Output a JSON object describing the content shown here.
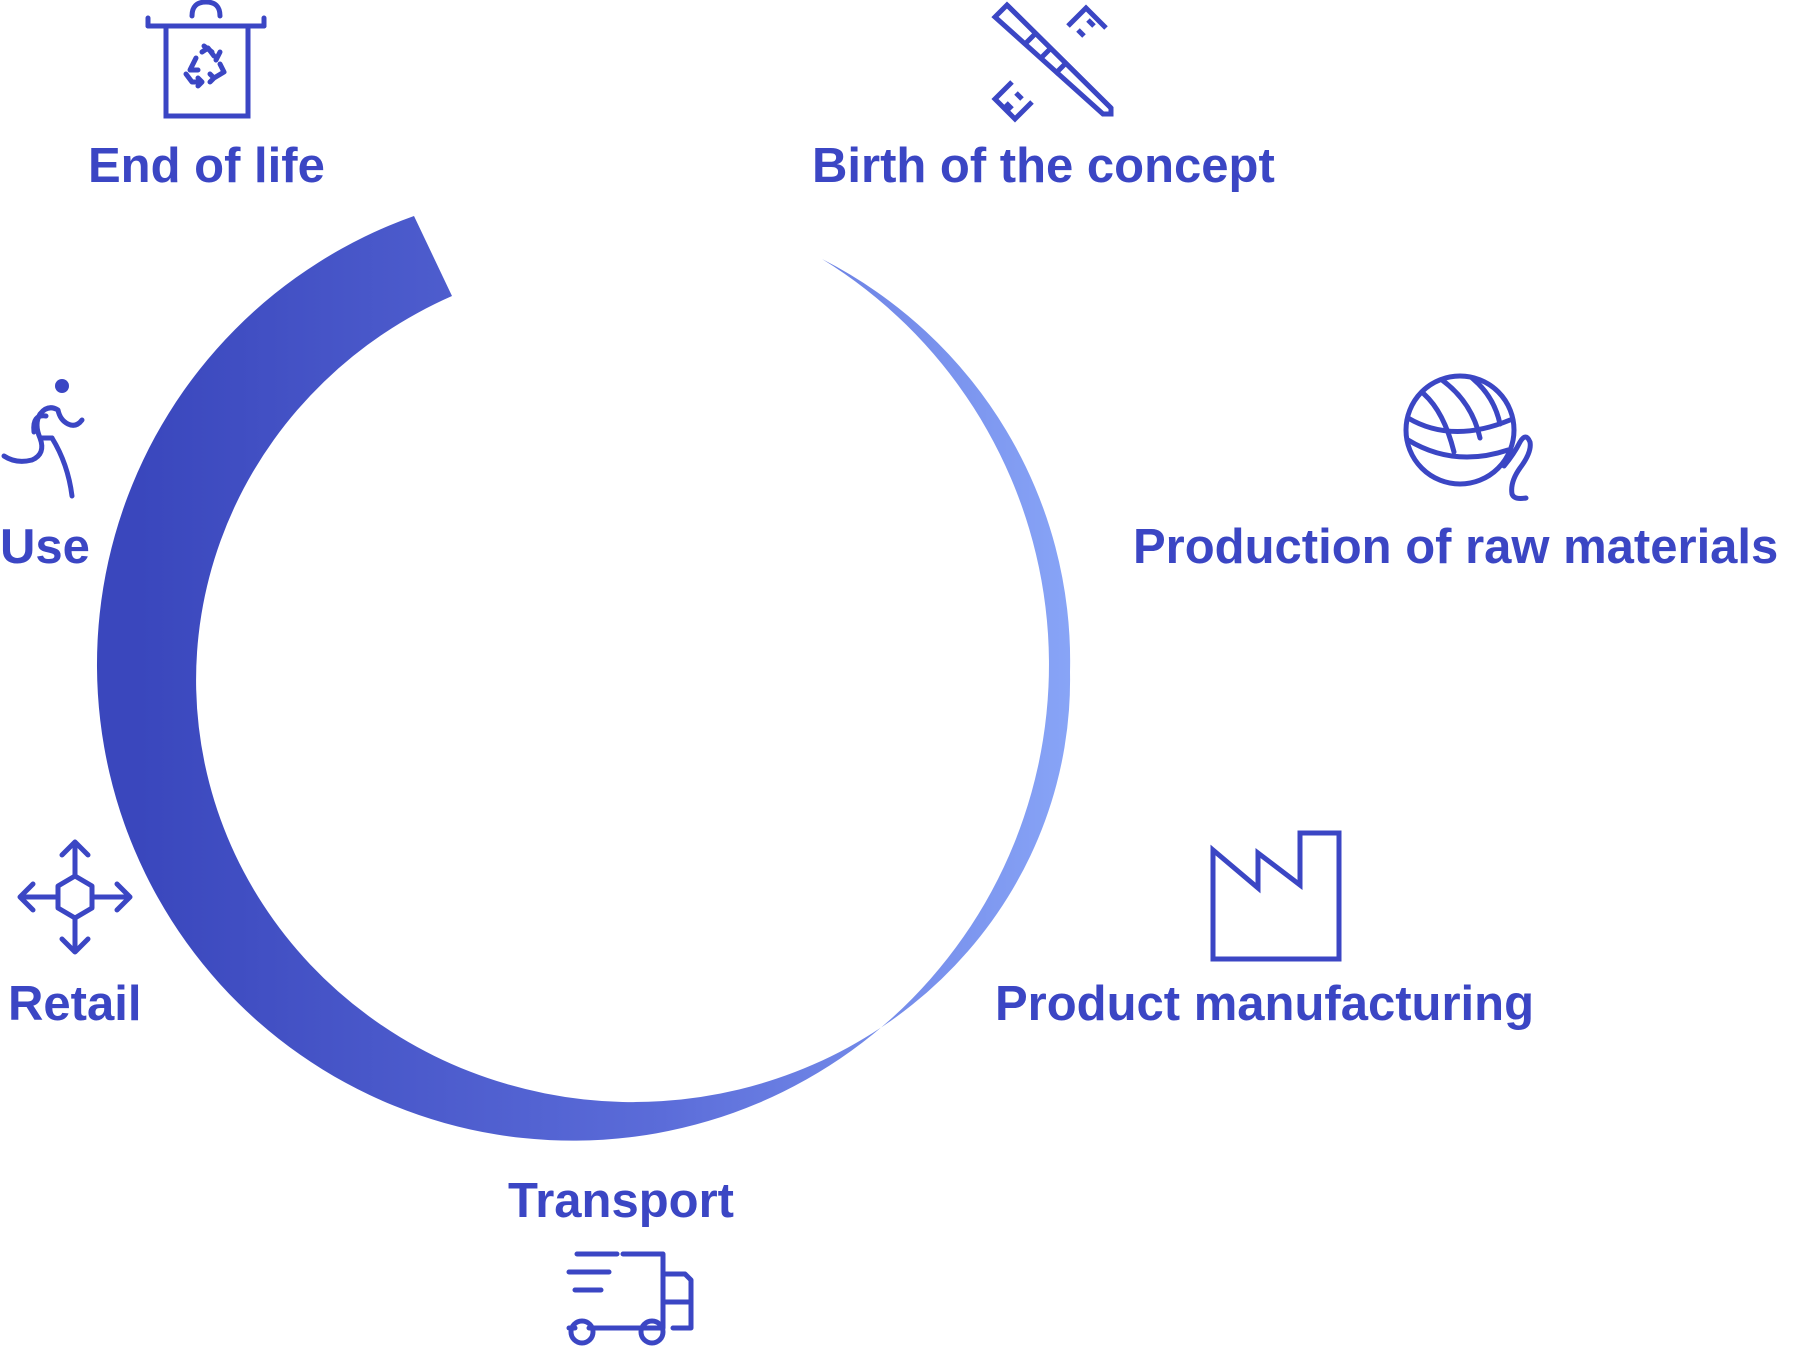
{
  "accent_color": "#3b46c4",
  "ring_gradient": {
    "start": "#3a47bd",
    "end": "#8aa7f8"
  },
  "stages": [
    {
      "id": "birth",
      "label": "Birth of the concept",
      "icon": "ruler-pencil-icon"
    },
    {
      "id": "raw",
      "label": "Production of raw materials",
      "icon": "yarn-ball-icon"
    },
    {
      "id": "manufacturing",
      "label": "Product manufacturing",
      "icon": "factory-icon"
    },
    {
      "id": "transport",
      "label": "Transport",
      "icon": "delivery-truck-icon"
    },
    {
      "id": "retail",
      "label": "Retail",
      "icon": "distribution-arrows-icon"
    },
    {
      "id": "use",
      "label": "Use",
      "icon": "running-person-icon"
    },
    {
      "id": "end",
      "label": "End of life",
      "icon": "recycling-bin-icon"
    }
  ]
}
